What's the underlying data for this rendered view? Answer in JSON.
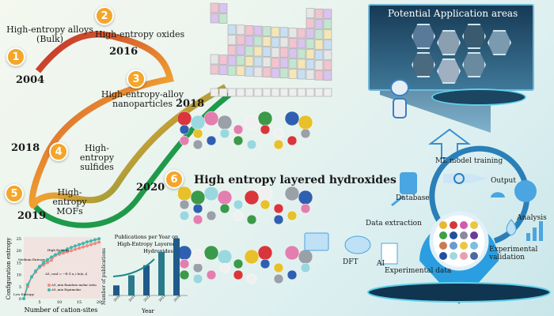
{
  "timeline": [
    {
      "n": "1",
      "label": "High-entropy alloys (Bulk)",
      "year": "2004"
    },
    {
      "n": "2",
      "label": "High-entropy oxides",
      "year": "2016"
    },
    {
      "n": "3",
      "label": "High-entropy-alloy nanoparticles",
      "year": "2018"
    },
    {
      "n": "4",
      "label": "High-entropy sulfides",
      "year": "2018"
    },
    {
      "n": "5",
      "label": "High-entropy MOFs",
      "year": "2019"
    },
    {
      "n": "6",
      "label": "",
      "year": "2020"
    }
  ],
  "main_title": "High entropy layered hydroxides",
  "apps_title": "Potential Application areas",
  "workflow": {
    "ml": "ML model training",
    "database": "Database",
    "output": "Output",
    "extraction": "Data extraction",
    "analysis": "Analysis",
    "dft": "DFT",
    "ai": "AI",
    "expdata": "Experimental data",
    "validation": "Experimental validation"
  },
  "chart_data": [
    {
      "type": "line",
      "xlabel": "Number of cation-sites",
      "ylabel": "Configuration entropy",
      "x_ticks": [
        "5",
        "10",
        "15",
        "20"
      ],
      "y_ticks": [
        "0",
        "5",
        "10",
        "15",
        "20",
        "25"
      ],
      "annotations": [
        "High Entropy",
        "Medium Entropy",
        "Low Entropy",
        "ΔS_conf = −R Σ x_i ln(x_i)"
      ],
      "series": [
        {
          "name": "ΔS_mix Random molar ratio",
          "color": "#f08a80",
          "x": [
            1,
            2,
            3,
            4,
            5,
            6,
            7,
            8,
            9,
            10,
            11,
            12,
            13,
            14,
            15,
            16,
            17,
            18,
            19,
            20
          ],
          "values": [
            0,
            5,
            9,
            11,
            13,
            14,
            15,
            16,
            18,
            18.5,
            19,
            19.5,
            20,
            20.5,
            21,
            21.5,
            22,
            22.5,
            23,
            23.5
          ]
        },
        {
          "name": "ΔS_mix Equimolar",
          "color": "#3cb8b0",
          "x": [
            1,
            2,
            3,
            4,
            5,
            6,
            7,
            8,
            9,
            10,
            11,
            12,
            13,
            14,
            15,
            16,
            17,
            18,
            19,
            20
          ],
          "values": [
            0,
            5.8,
            9.1,
            11.5,
            13.4,
            14.9,
            16.2,
            17.3,
            18.3,
            19.1,
            19.9,
            20.7,
            21.3,
            21.9,
            22.5,
            23,
            23.6,
            24,
            24.5,
            24.9
          ]
        }
      ]
    },
    {
      "type": "bar",
      "title": "Publications per Year on High-Entropy Layered Hydroxides",
      "xlabel": "Year",
      "ylabel": "Number of publications",
      "categories": [
        "2020",
        "2021",
        "2022",
        "2023",
        "2024"
      ],
      "values": [
        15,
        30,
        45,
        65,
        85
      ]
    }
  ]
}
